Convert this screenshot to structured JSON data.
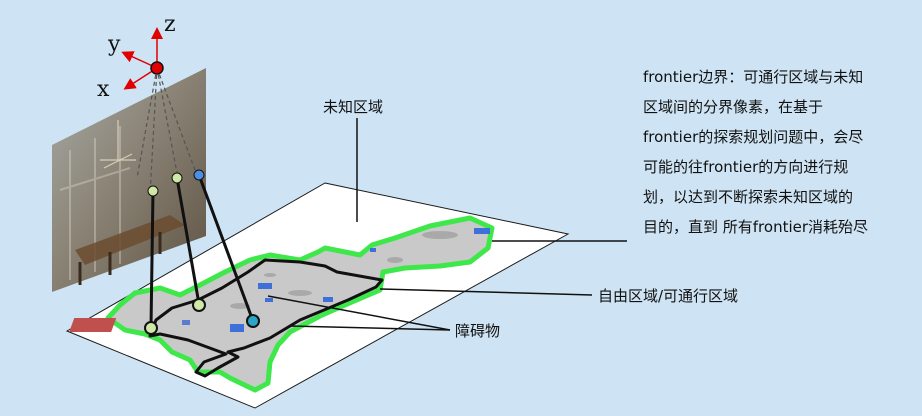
{
  "axes": {
    "x": "x",
    "y": "y",
    "z": "z"
  },
  "labels": {
    "unknown_area": "未知区域",
    "free_area": "自由区域/可通行区域",
    "obstacle": "障碍物"
  },
  "description": {
    "lines": [
      "frontier边界：可通行区域与未知",
      "区域间的分界像素，在基于",
      "frontier的探索规划问题中，会尽",
      "可能的往frontier的方向进行规",
      "划，以达到不断探索未知区域的",
      "目的，直到 所有frontier消耗殆尽"
    ]
  },
  "colors": {
    "background": "#cee3f3",
    "frontier": "#3ee84a",
    "free_space": "#c9c9c9",
    "obstacle_blue": "#3f6fd8",
    "obstacle_red": "#c0504d",
    "camera_red": "#e00000",
    "axis_red": "#e00000",
    "marker_green": "#cfe8a6",
    "marker_teal": "#2aa7c7"
  }
}
